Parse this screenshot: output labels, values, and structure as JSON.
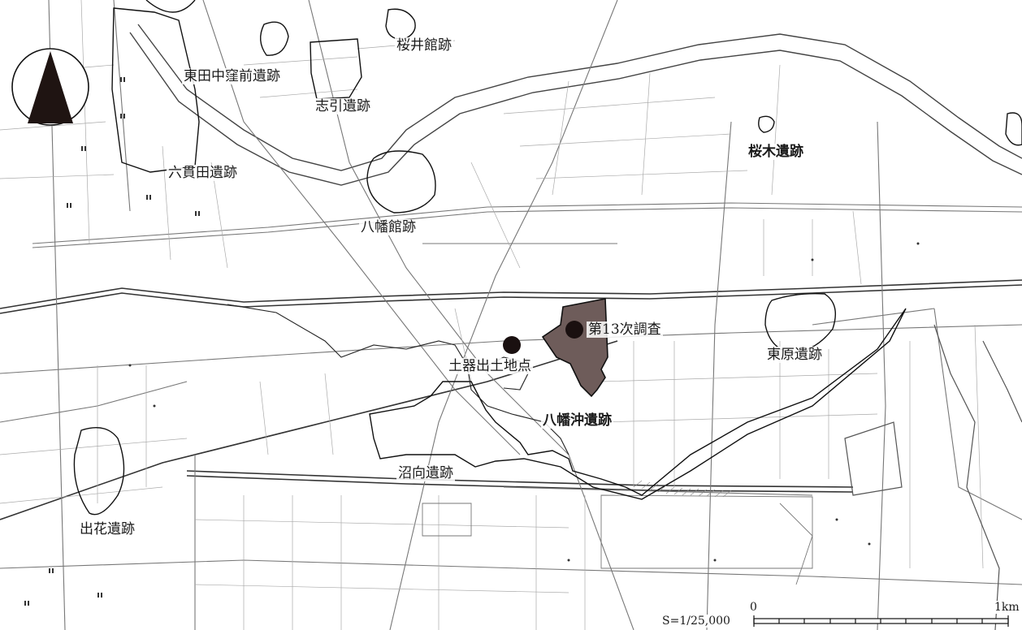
{
  "sites": {
    "higashitanaka": "東田中窪前遺跡",
    "sakurai": "桜井館跡",
    "shibiki": "志引遺跡",
    "sakuragi": "桜木遺跡",
    "rokkanda": "六貫田遺跡",
    "hachiman_kan": "八幡館跡",
    "survey13": "第13次調査",
    "doki": "土器出土地点",
    "higashihara": "東原遺跡",
    "hachimanoki": "八幡沖遺跡",
    "numamuki": "沼向遺跡",
    "dehana": "出花遺跡"
  },
  "scale": {
    "ratio": "S=1/25,000",
    "zero": "0",
    "max": "1km"
  },
  "colors": {
    "site_fill": "#6e5c5a",
    "marker": "#1a1010",
    "line": "#555555"
  }
}
